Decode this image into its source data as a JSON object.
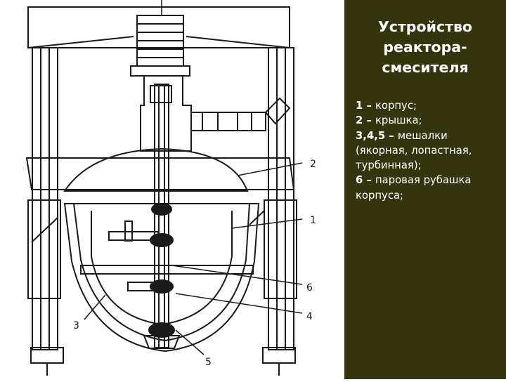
{
  "slide": {
    "title_lines": [
      "Устройство",
      "реактора-",
      "смесителя"
    ],
    "legend": [
      {
        "key": "1",
        "sep": " – ",
        "text": "корпус;"
      },
      {
        "key": "2",
        "sep": " – ",
        "text": "крышка;"
      },
      {
        "key": "3,4,5",
        "sep": " – ",
        "text": "мешалки"
      },
      {
        "key": "",
        "sep": "",
        "text": "(якорная, лопастная,"
      },
      {
        "key": "",
        "sep": "",
        "text": "турбинная);"
      },
      {
        "key": "6",
        "sep": " – ",
        "text": "паровая рубашка"
      },
      {
        "key": "",
        "sep": "",
        "text": "корпуса;"
      }
    ]
  },
  "diagram": {
    "callouts": [
      "2",
      "1",
      "6",
      "4",
      "3",
      "5"
    ]
  },
  "colors": {
    "panel_bg": "#34350f",
    "panel_text": "#ffffff",
    "line": "#1a1a1a"
  }
}
